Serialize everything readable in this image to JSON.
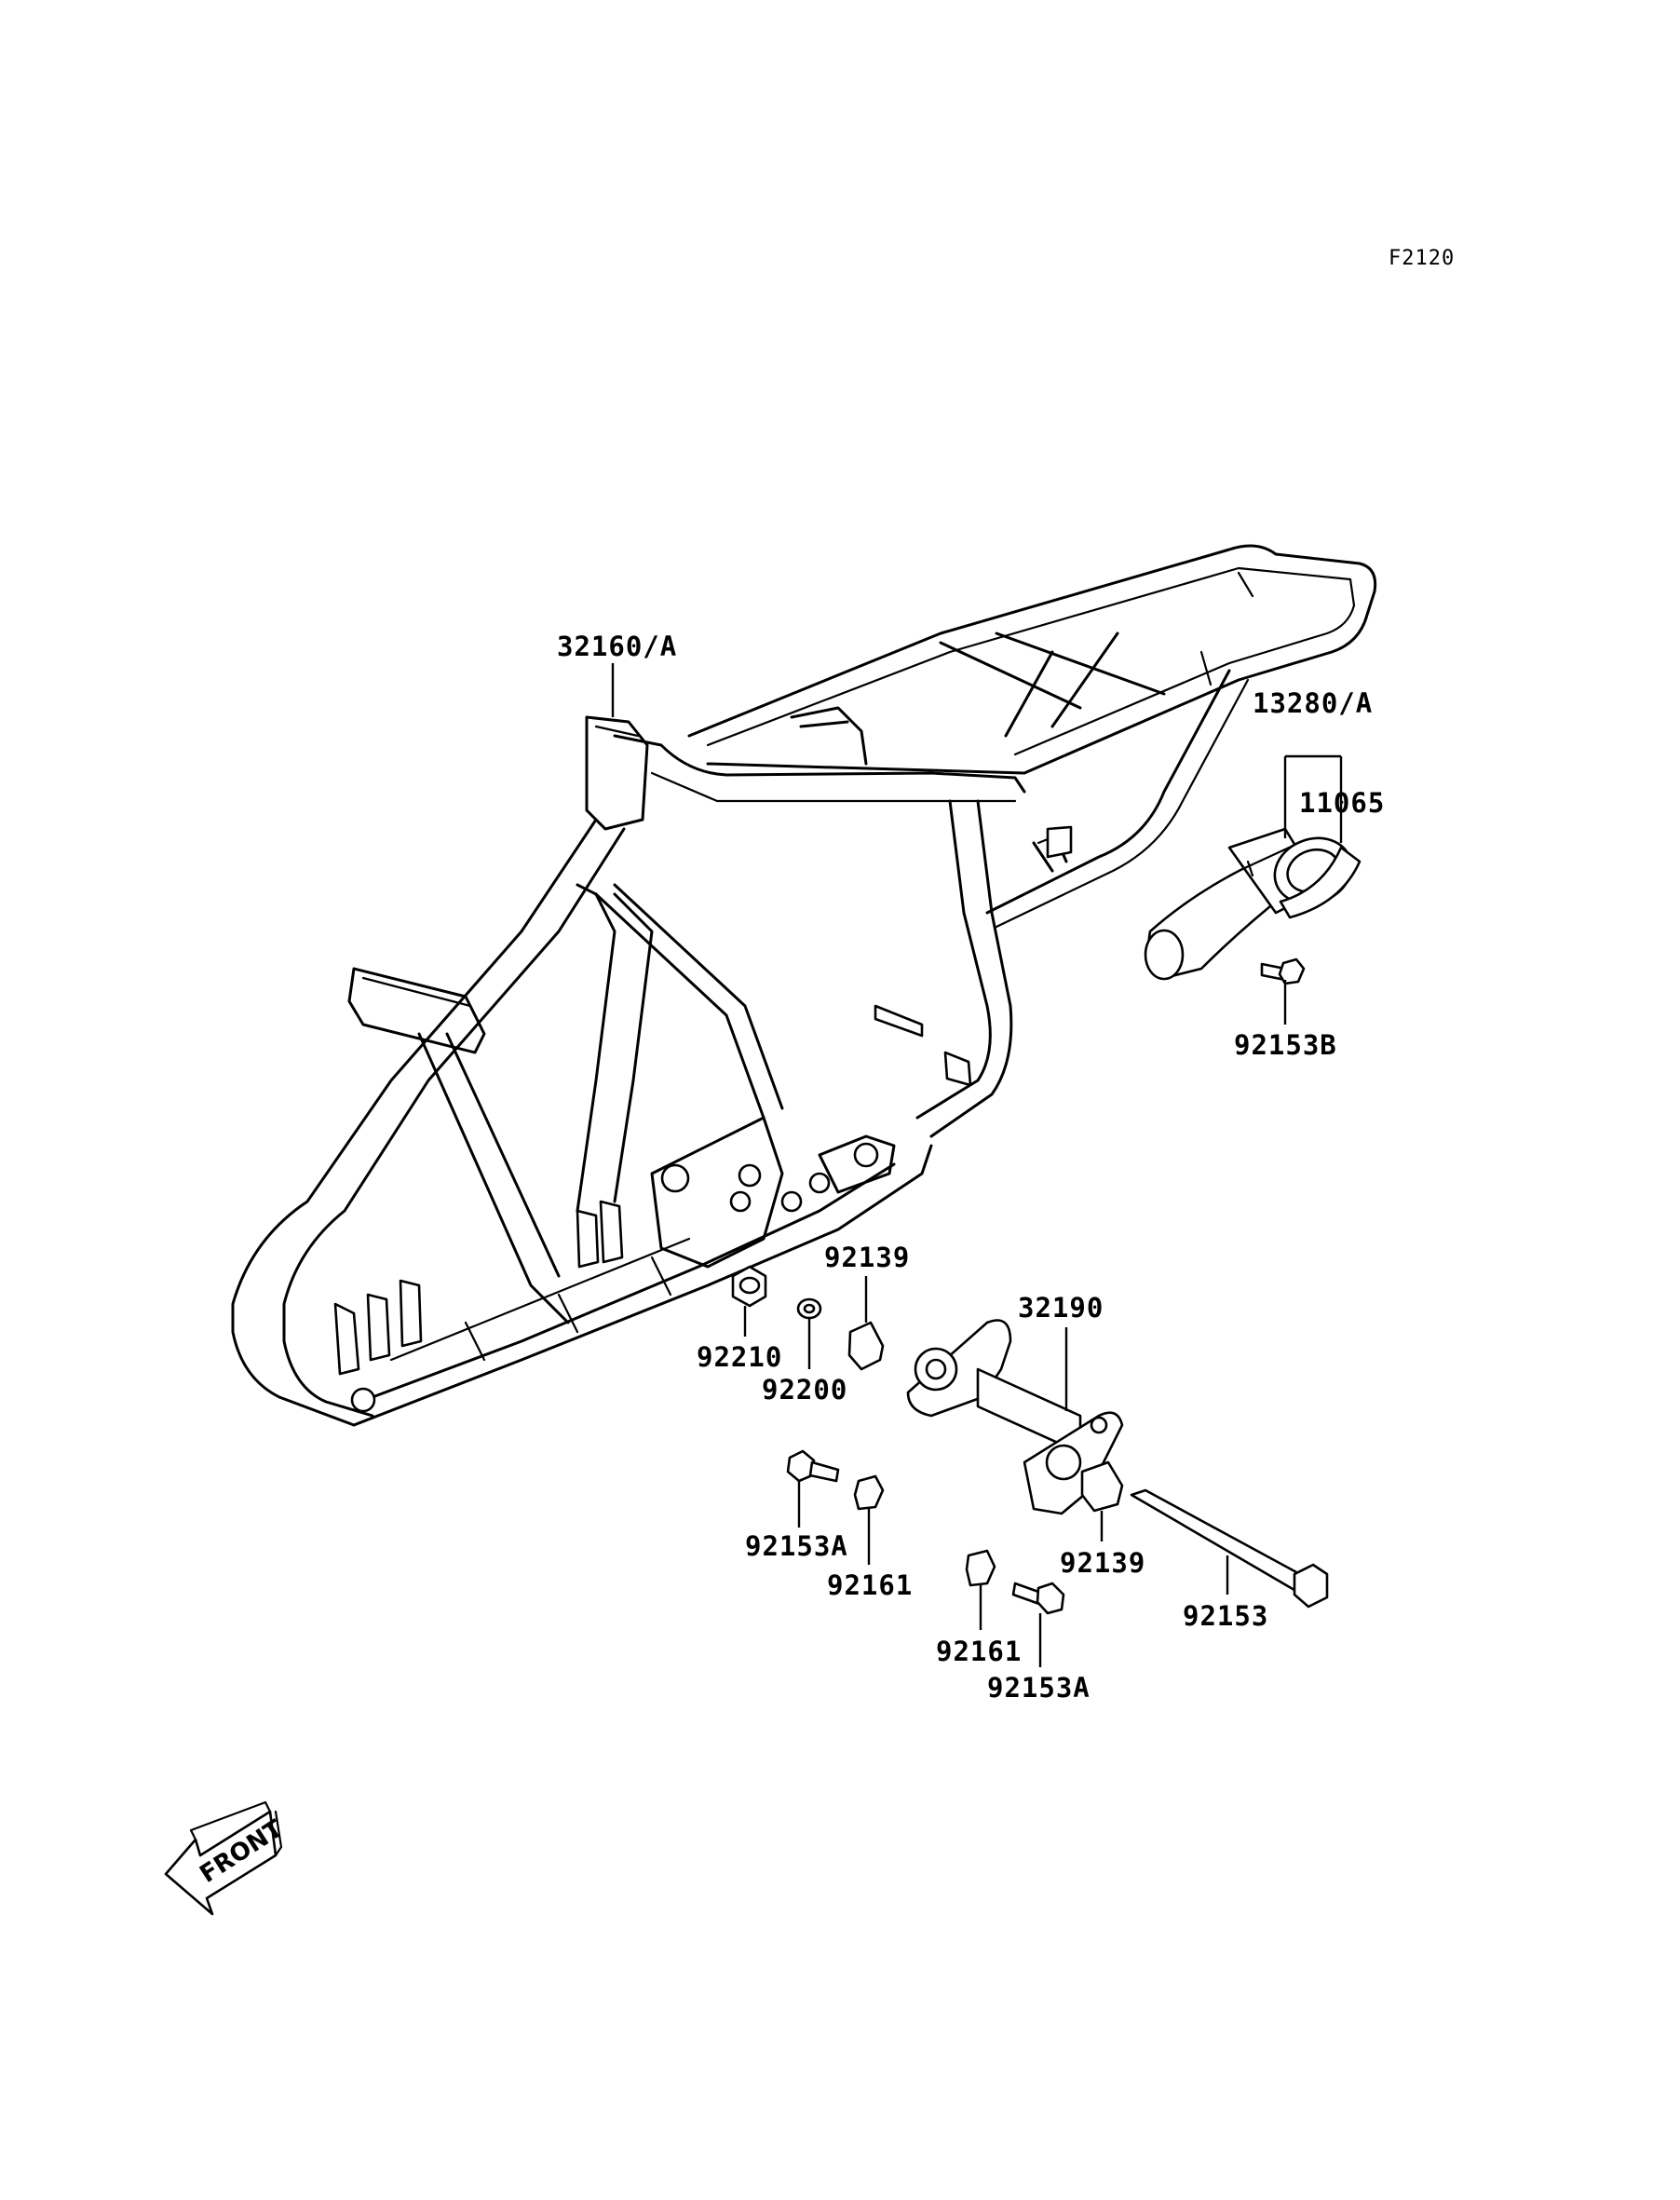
{
  "figure_code": "F2120",
  "parts": [
    {
      "id": "p-32160A",
      "number": "32160/A"
    },
    {
      "id": "p-13280A",
      "number": "13280/A"
    },
    {
      "id": "p-11065",
      "number": "11065"
    },
    {
      "id": "p-92153B",
      "number": "92153B"
    },
    {
      "id": "p-92139-a",
      "number": "92139"
    },
    {
      "id": "p-92210",
      "number": "92210"
    },
    {
      "id": "p-92200",
      "number": "92200"
    },
    {
      "id": "p-32190",
      "number": "32190"
    },
    {
      "id": "p-92153A-a",
      "number": "92153A"
    },
    {
      "id": "p-92161-a",
      "number": "92161"
    },
    {
      "id": "p-92139-b",
      "number": "92139"
    },
    {
      "id": "p-92153",
      "number": "92153"
    },
    {
      "id": "p-92161-b",
      "number": "92161"
    },
    {
      "id": "p-92153A-b",
      "number": "92153A"
    }
  ],
  "front_arrow": {
    "label": "FRONT",
    "icon": "front-direction-arrow-icon"
  }
}
